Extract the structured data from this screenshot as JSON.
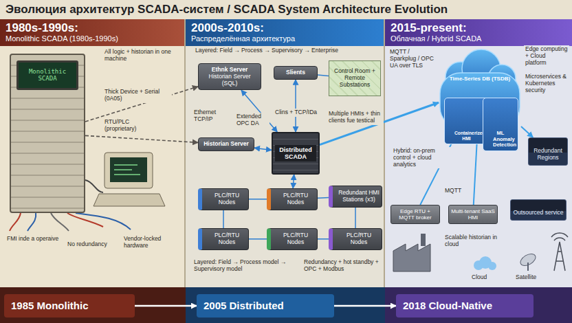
{
  "diagram": {
    "title": "Эволюция архитектур SCADA-систем / SCADA System Architecture Evolution",
    "nodes": [
      {
        "text": [
          "1980s-1990s:",
          "Monolithic SCADA (1980s-1990s)"
        ]
      },
      {
        "text": [
          "2000s-2010s:",
          "Распределённая архитектура"
        ]
      },
      {
        "text": [
          "2015-present:",
          "Облачная / Hybrid SCADA"
        ]
      },
      {
        "text": [
          "Monolithic SCADA"
        ],
        "in": 0
      },
      {
        "text": [
          "Ethnk Server",
          "Historian Server (SQL)"
        ],
        "in": 1
      },
      {
        "text": [
          "Slients"
        ],
        "in": 1
      },
      {
        "text": [
          "Control Room + Remote Substations"
        ],
        "in": 1
      },
      {
        "text": [
          "Historian Server"
        ],
        "in": 1
      },
      {
        "text": [
          "Distributed SCADA"
        ],
        "in": 1
      },
      {
        "text": [
          "PLC/RTU Nodes"
        ],
        "in": 1
      },
      {
        "text": [
          "PLC/RTU Nodes"
        ],
        "in": 1
      },
      {
        "text": [
          "Redundant HMI Stations (x3)"
        ],
        "in": 1
      },
      {
        "text": [
          "PLC/RTU Nodes"
        ],
        "in": 1
      },
      {
        "text": [
          "PLC/RTU Nodes"
        ],
        "in": 1
      },
      {
        "text": [
          "PLC/RTU Nodes"
        ],
        "in": 1
      },
      {
        "text": [
          "Time-Series DB (TSDB)"
        ],
        "in": 2
      },
      {
        "text": [
          "Containerized HMI"
        ],
        "in": 15
      },
      {
        "text": [
          "ML Anomaly Detection"
        ],
        "in": 15
      },
      {
        "text": [
          "Redundant Regions"
        ],
        "in": 2
      },
      {
        "text": [
          "Edge RTU + MQTT broker"
        ],
        "in": 2
      },
      {
        "text": [
          "Multi-tenant SaaS HMI"
        ],
        "in": 2
      },
      {
        "text": [
          "Outsourced service"
        ],
        "in": 2
      },
      {
        "text": [
          "1985 Monolithic"
        ]
      },
      {
        "text": [
          "2005 Distributed"
        ]
      },
      {
        "text": [
          "2018 Cloud-Native"
        ]
      }
    ],
    "edges": [
      {
        "from": 3,
        "to": 4,
        "arrow": "to"
      },
      {
        "from": 3,
        "to": 7,
        "arrow": "to"
      },
      {
        "from": 8,
        "to": 4,
        "arrow": "both"
      },
      {
        "from": 8,
        "to": 5,
        "arrow": "both"
      },
      {
        "from": 5,
        "to": 6,
        "arrow": "none"
      },
      {
        "from": 8,
        "to": 7,
        "arrow": "both"
      },
      {
        "from": 8,
        "to": 10,
        "arrow": "both"
      },
      {
        "from": 9,
        "to": 10,
        "arrow": "none"
      },
      {
        "from": 10,
        "to": 11,
        "arrow": "none"
      },
      {
        "from": 12,
        "to": 13,
        "arrow": "none"
      },
      {
        "from": 13,
        "to": 14,
        "arrow": "none"
      },
      {
        "from": 9,
        "to": 12,
        "arrow": "none"
      },
      {
        "from": 11,
        "to": 14,
        "arrow": "none"
      },
      {
        "from": 8,
        "to": 15,
        "arrow": "to"
      },
      {
        "from": 19,
        "to": 15,
        "arrow": "to"
      },
      {
        "from": 20,
        "to": 15,
        "arrow": "to"
      },
      {
        "from": 15,
        "to": 18,
        "arrow": "to"
      },
      {
        "from": 22,
        "to": 23,
        "arrow": "to"
      },
      {
        "from": 23,
        "to": 24,
        "arrow": "to"
      }
    ],
    "labels": [
      "All logic + historian in one machine",
      "Thick Device + Serial (0A05)",
      "RTU/PLC (proprietary)",
      "FMI inde a operaive",
      "No redundancy",
      "Vendor-locked hardware",
      "Layered: Field → Process → Supervisory → Enterprise",
      "Ethernet TCP/IP",
      "Extended OPC DA",
      "Clins + TCP/IDa",
      "Multiple HMIs + thin clients fue testical",
      "Layered: Field → Process model → Supervisory model",
      "Redundancy + hot standby + OPC + Modbus",
      "MQTT / Sparkplug / OPC UA over TLS",
      "Edge computing + Cloud platform",
      "Microservices & Kubernetes security",
      "Hybrid: on-prem control + cloud analytics",
      "MQTT",
      "Scalable historian in cloud",
      "Cloud",
      "Satellite"
    ]
  }
}
